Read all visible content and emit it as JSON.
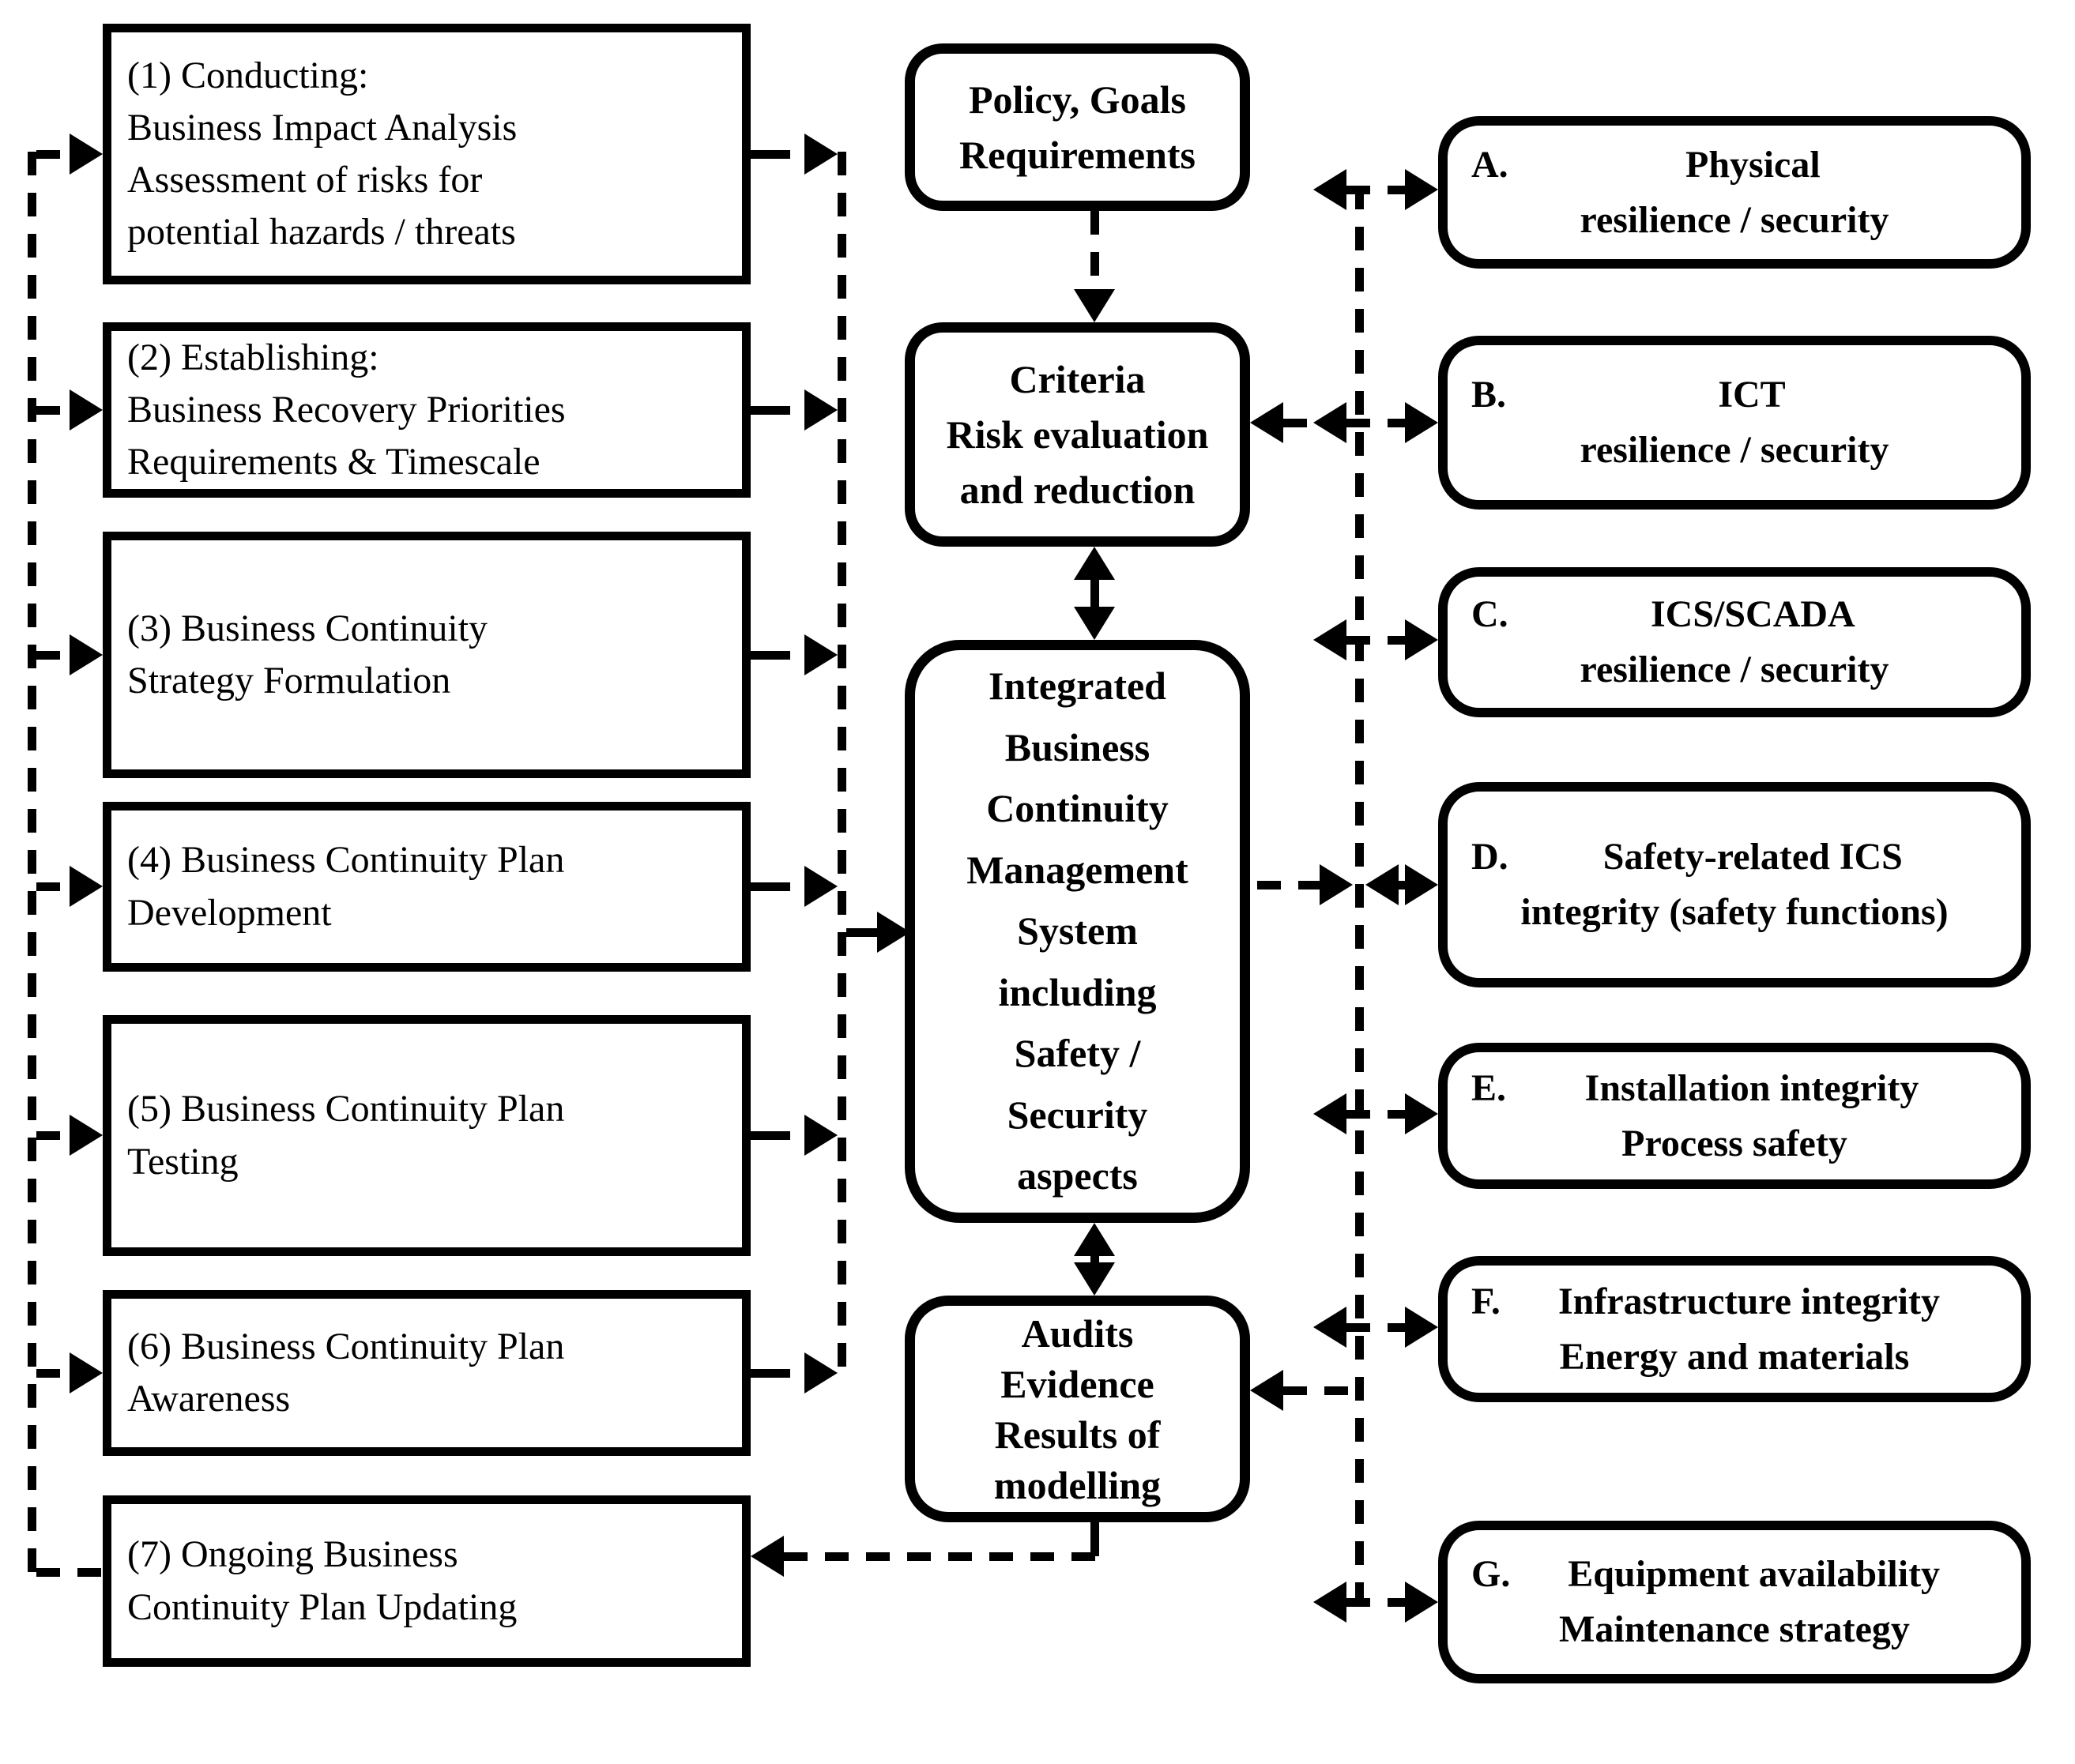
{
  "figure": {
    "background": "#ffffff",
    "line_color": "#000000",
    "left_column": [
      {
        "text": "(1) Conducting:\nBusiness Impact Analysis\nAssessment of risks for\npotential hazards / threats"
      },
      {
        "text": "(2) Establishing:\nBusiness Recovery Priorities\nRequirements & Timescale"
      },
      {
        "text": "(3) Business Continuity\nStrategy Formulation"
      },
      {
        "text": "(4) Business Continuity Plan\nDevelopment"
      },
      {
        "text": "(5) Business Continuity Plan\nTesting"
      },
      {
        "text": "(6) Business Continuity Plan\nAwareness"
      },
      {
        "text": "(7) Ongoing Business\nContinuity Plan Updating"
      }
    ],
    "center_column": [
      {
        "text": "Policy, Goals\nRequirements"
      },
      {
        "text": "Criteria\nRisk evaluation\nand reduction"
      },
      {
        "text": "Integrated\nBusiness\nContinuity\nManagement\nSystem\nincluding\nSafety /\nSecurity\naspects"
      },
      {
        "text": "Audits\nEvidence\nResults of\nmodelling"
      }
    ],
    "right_column": [
      {
        "letter": "A.",
        "lines": [
          "Physical",
          "resilience / security"
        ]
      },
      {
        "letter": "B.",
        "lines": [
          "ICT",
          "resilience / security"
        ]
      },
      {
        "letter": "C.",
        "lines": [
          "ICS/SCADA",
          "resilience / security"
        ]
      },
      {
        "letter": "D.",
        "lines": [
          "Safety-related ICS",
          "integrity (safety functions)"
        ]
      },
      {
        "letter": "E.",
        "lines": [
          "Installation integrity",
          "Process safety"
        ]
      },
      {
        "letter": "F.",
        "lines": [
          "Infrastructure integrity",
          "Energy and materials"
        ]
      },
      {
        "letter": "G.",
        "lines": [
          "Equipment availability",
          "Maintenance strategy"
        ]
      }
    ]
  }
}
